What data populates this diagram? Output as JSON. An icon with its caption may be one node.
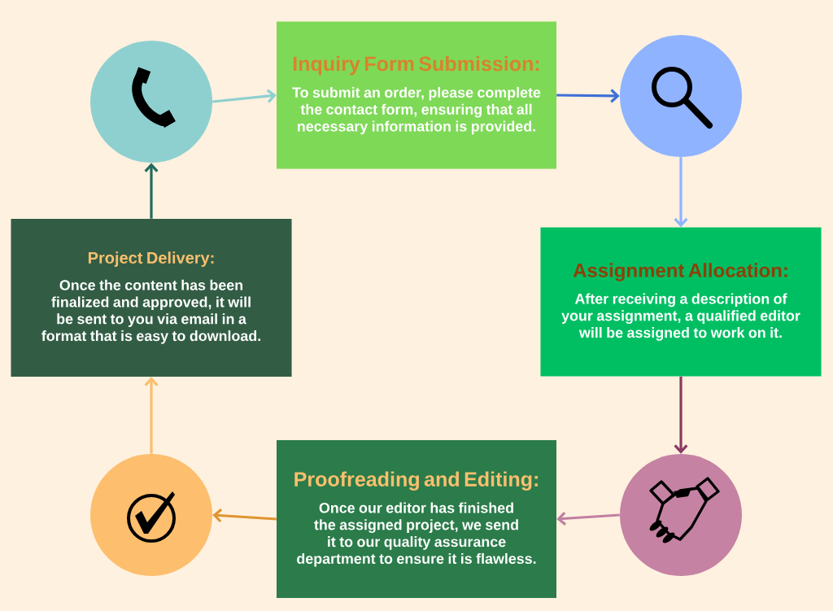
{
  "diagram": {
    "nodes": [
      {
        "text": [],
        "shape": "circle"
      },
      {
        "text": [
          "Inquiry Form Submission:",
          "To submit an order, please complete the contact form, ensuring that all necessary information is provided."
        ]
      },
      {
        "text": [],
        "shape": "circle"
      },
      {
        "text": [
          "Project Delivery:",
          "Once the content has been finalized and approved, it will be sent to you via email in a format that is easy to download."
        ]
      },
      {
        "text": [
          "Assignment Allocation:",
          "After receiving a description of your assignment, a qualified editor will be assigned to work on it."
        ]
      },
      {
        "text": [],
        "shape": "circle"
      },
      {
        "text": [
          "Proofreading and Editing:",
          "Once our editor has finished the assigned project, we send it to our quality assurance department to ensure it is flawless."
        ]
      },
      {
        "text": [],
        "shape": "circle"
      }
    ],
    "edges": [
      {
        "from": 0,
        "to": 1,
        "arrow": "to",
        "color": "#8ed0d0"
      },
      {
        "from": 1,
        "to": 2,
        "arrow": "to",
        "color": "#3f6fd8"
      },
      {
        "from": 2,
        "to": 4,
        "arrow": "to",
        "color": "#90b4ff"
      },
      {
        "from": 4,
        "to": 7,
        "arrow": "to",
        "color": "#8b3a62"
      },
      {
        "from": 7,
        "to": 6,
        "arrow": "to",
        "color": "#c07fa3"
      },
      {
        "from": 6,
        "to": 5,
        "arrow": "to",
        "color": "#e0952f"
      },
      {
        "from": 5,
        "to": 3,
        "arrow": "to",
        "color": "#fbbf6e"
      },
      {
        "from": 3,
        "to": 0,
        "arrow": "to",
        "color": "#1f6b5e"
      }
    ]
  }
}
